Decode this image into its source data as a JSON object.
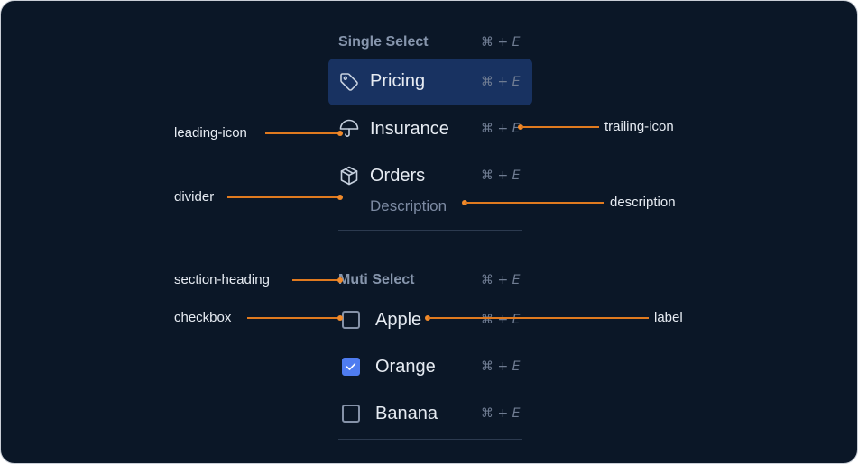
{
  "single_select": {
    "heading": "Single Select",
    "heading_shortcut": "⌘ + E",
    "items": [
      {
        "label": "Pricing",
        "shortcut": "⌘ + E",
        "icon": "tag-icon",
        "highlighted": true
      },
      {
        "label": "Insurance",
        "shortcut": "⌘ + E",
        "icon": "umbrella-icon",
        "highlighted": false
      },
      {
        "label": "Orders",
        "shortcut": "⌘ + E",
        "icon": "box-icon",
        "description": "Description",
        "highlighted": false
      }
    ]
  },
  "multi_select": {
    "heading": "Muti Select",
    "heading_shortcut": "⌘ + E",
    "items": [
      {
        "label": "Apple",
        "shortcut": "⌘ + E",
        "checked": false
      },
      {
        "label": "Orange",
        "shortcut": "⌘ + E",
        "checked": true
      },
      {
        "label": "Banana",
        "shortcut": "⌘ + E",
        "checked": false
      }
    ]
  },
  "annotations": {
    "leading_icon": "leading-icon",
    "divider": "divider",
    "section_heading": "section-heading",
    "checkbox": "checkbox",
    "trailing_icon": "trailing-icon",
    "description": "description",
    "label": "label"
  },
  "colors": {
    "background": "#0b1727",
    "highlight": "#183261",
    "annotation": "#e07a1f",
    "checkbox_checked": "#4f7cf0"
  }
}
